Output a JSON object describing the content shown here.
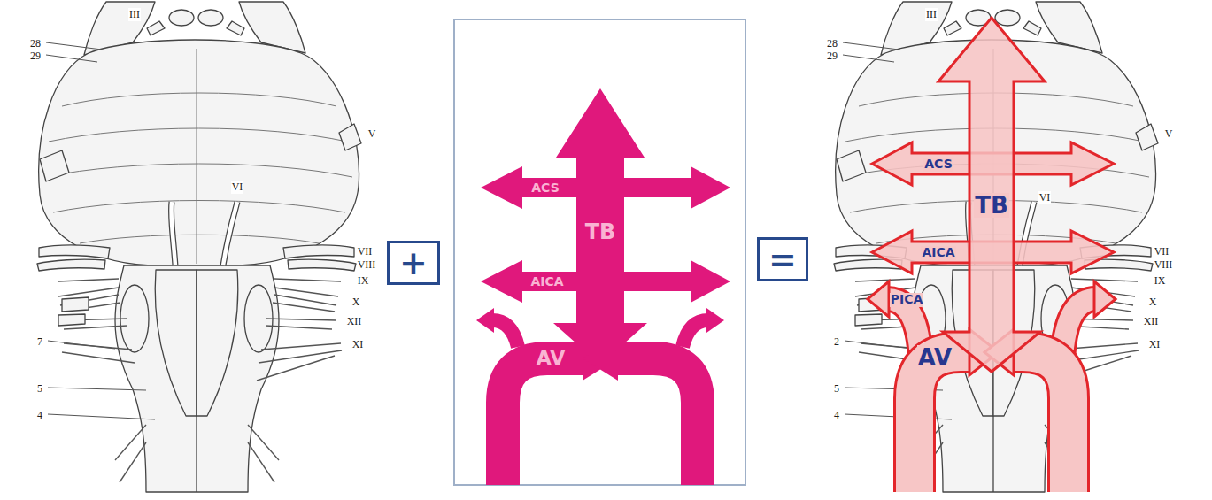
{
  "diagram": {
    "nodes": [
      {
        "text": [
          "+"
        ]
      },
      {
        "text": [
          "="
        ]
      }
    ],
    "labels": [
      "III",
      "28",
      "29",
      "V",
      "VI",
      "VII",
      "VIII",
      "IX",
      "X",
      "XII",
      "7",
      "XI",
      "5",
      "4",
      "ACS",
      "TB",
      "AICA",
      "AV",
      "III",
      "28",
      "29",
      "V",
      "ACS",
      "TB",
      "VI",
      "AICA",
      "VII",
      "VIII",
      "IX",
      "PICA",
      "X",
      "XII",
      "2",
      "XI",
      "AV",
      "5",
      "4"
    ]
  }
}
